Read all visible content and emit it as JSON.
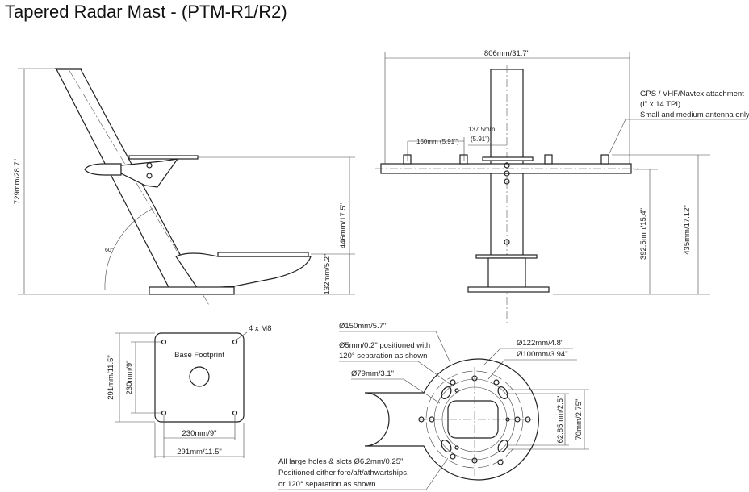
{
  "title": "Tapered Radar Mast - (PTM-R1/R2)",
  "side_view": {
    "height_total": "729mm/28.7\"",
    "height_platform": "446mm/17.5\"",
    "height_base": "132mm/5.2\"",
    "angle": "60°"
  },
  "front_view": {
    "width": "806mm/31.7\"",
    "spacing_1": "150mm (5.91\")",
    "spacing_2_mm": "137.5mm",
    "spacing_2_in": "(5.91\")",
    "antenna_note": [
      "GPS / VHF/Navtex  attachment",
      "(I\" x 14 TPI)",
      "Small and medium antenna only."
    ],
    "height_bar": "392.5mm/15.4\"",
    "height_mount": "435mm/17.12\""
  },
  "base_footprint": {
    "label": "Base Footprint",
    "bolts": "4 x M8",
    "outer_height": "291mm/11.5\"",
    "inner_height": "230mm/9\"",
    "inner_width": "230mm/9\"",
    "outer_width": "291mm/11.5\""
  },
  "flange": {
    "d150": "Ø150mm/5.7\"",
    "d5_line1": "Ø5mm/0.2\" positioned with",
    "d5_line2": "120° separation as shown",
    "d79": "Ø79mm/3.1\"",
    "d122": "Ø122mm/4.8\"",
    "d100": "Ø100mm/3.94\"",
    "h62": "62.85mm/2.5\"",
    "h70": "70mm/2.75\"",
    "note": [
      "All large holes & slots Ø6.2mm/0.25\"",
      "Positioned either fore/aft/athwartships,",
      "or 120° separation as shown."
    ]
  }
}
